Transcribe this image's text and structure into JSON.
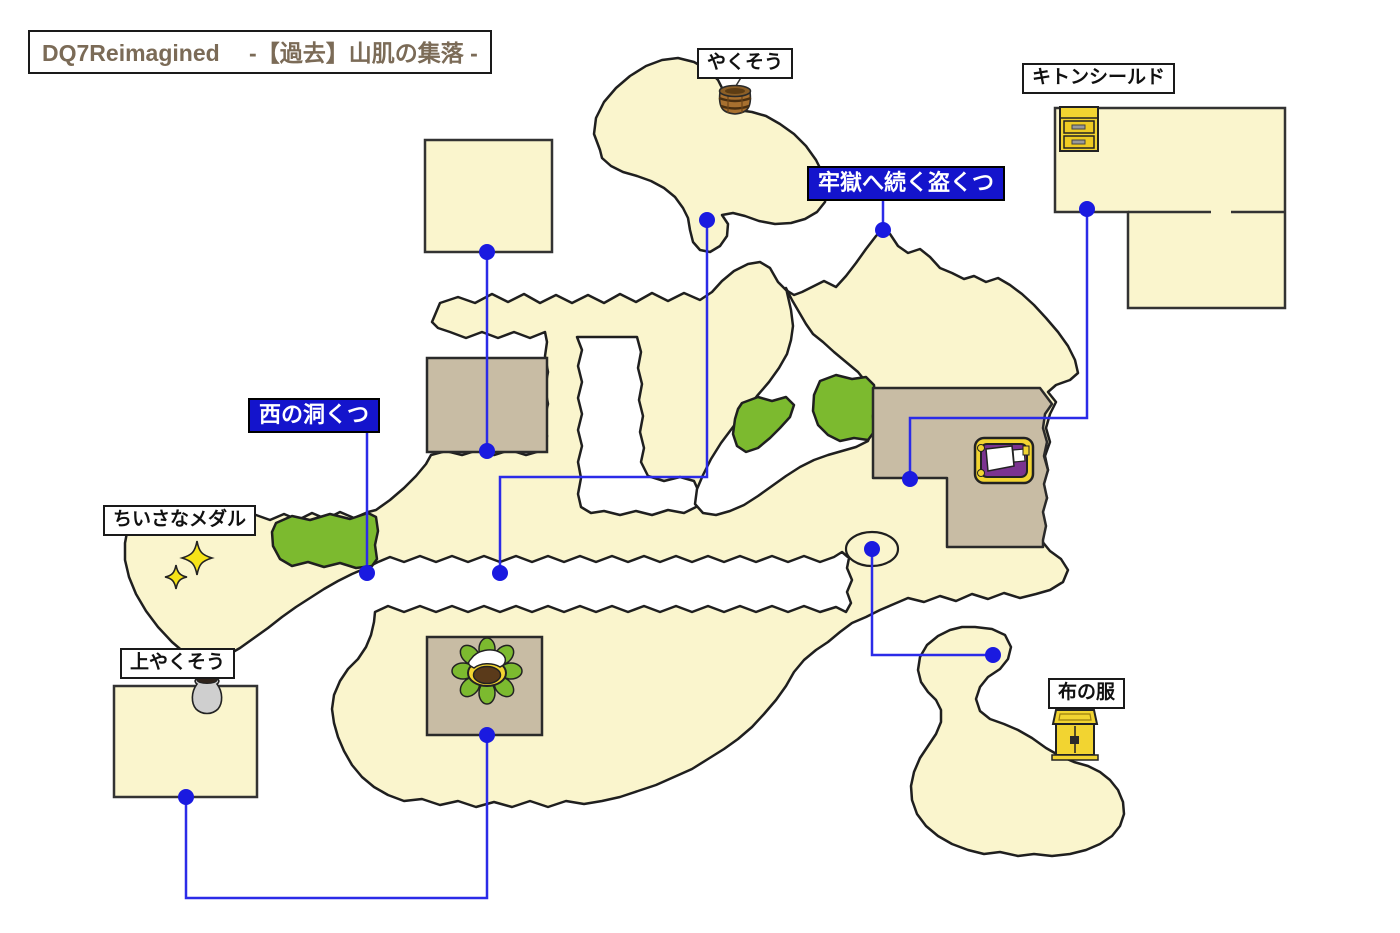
{
  "title": "DQ7Reimagined　 -【過去】山肌の集落 -",
  "labels": {
    "herb": "やくそう",
    "kitten_shield": "キトンシールド",
    "cave_to_prison": "牢獄へ続く盗くつ",
    "west_cave": "西の洞くつ",
    "small_medal": "ちいさなメダル",
    "superior_herb": "上やくそう",
    "cloth_clothes": "布の服"
  },
  "icons": {
    "barrel": "barrel-icon",
    "dresser": "dresser-icon",
    "sparkle": "sparkle-icon",
    "pot": "pot-icon",
    "wardrobe": "wardrobe-icon",
    "bed": "bed-icon",
    "well": "well-icon"
  },
  "colors": {
    "background": "#FFFFFF",
    "land": "#FAF5CD",
    "building": "#C8BCA4",
    "grass": "#7CBA2F",
    "outline": "#1F1F1F",
    "link_label_bg": "#1414CC",
    "link_label_text": "#FFFFFF",
    "connector": "#2B2BE8",
    "marker": "#1A1AE0",
    "title_text": "#7B6B57",
    "chest_yellow": "#F2D431",
    "bed_purple": "#7B3390"
  }
}
